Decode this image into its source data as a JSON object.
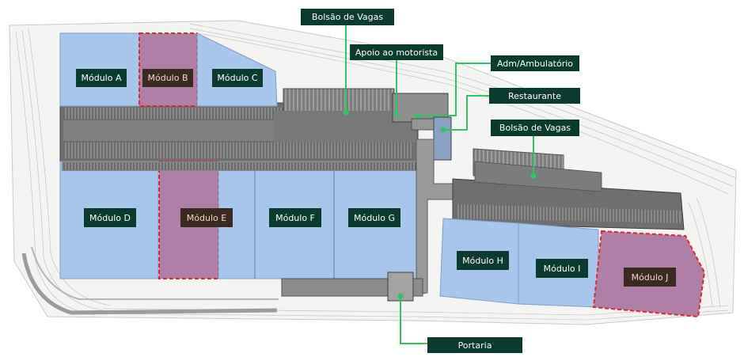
{
  "colors": {
    "available": "#a8c6ec",
    "highlight": "#b07fa8",
    "highlight_border": "#e0262b",
    "label_bg": "#0b3b2e",
    "label_bg_highlight": "#3b2a22",
    "leader": "#33c267",
    "roof": "#707070"
  },
  "modules": [
    {
      "id": "A",
      "label": "Módulo A",
      "highlighted": false
    },
    {
      "id": "B",
      "label": "Módulo B",
      "highlighted": true
    },
    {
      "id": "C",
      "label": "Módulo C",
      "highlighted": false
    },
    {
      "id": "D",
      "label": "Módulo D",
      "highlighted": false
    },
    {
      "id": "E",
      "label": "Módulo E",
      "highlighted": true
    },
    {
      "id": "F",
      "label": "Módulo F",
      "highlighted": false
    },
    {
      "id": "G",
      "label": "Módulo G",
      "highlighted": false
    },
    {
      "id": "H",
      "label": "Módulo H",
      "highlighted": false
    },
    {
      "id": "I",
      "label": "Módulo I",
      "highlighted": false
    },
    {
      "id": "J",
      "label": "Módulo J",
      "highlighted": true
    }
  ],
  "callouts": {
    "bolsao_top": "Bolsão de Vagas",
    "apoio": "Apoio ao motorista",
    "adm": "Adm/Ambulatório",
    "restaurante": "Restaurante",
    "bolsao_right": "Bolsão de Vagas",
    "portaria": "Portaria"
  }
}
